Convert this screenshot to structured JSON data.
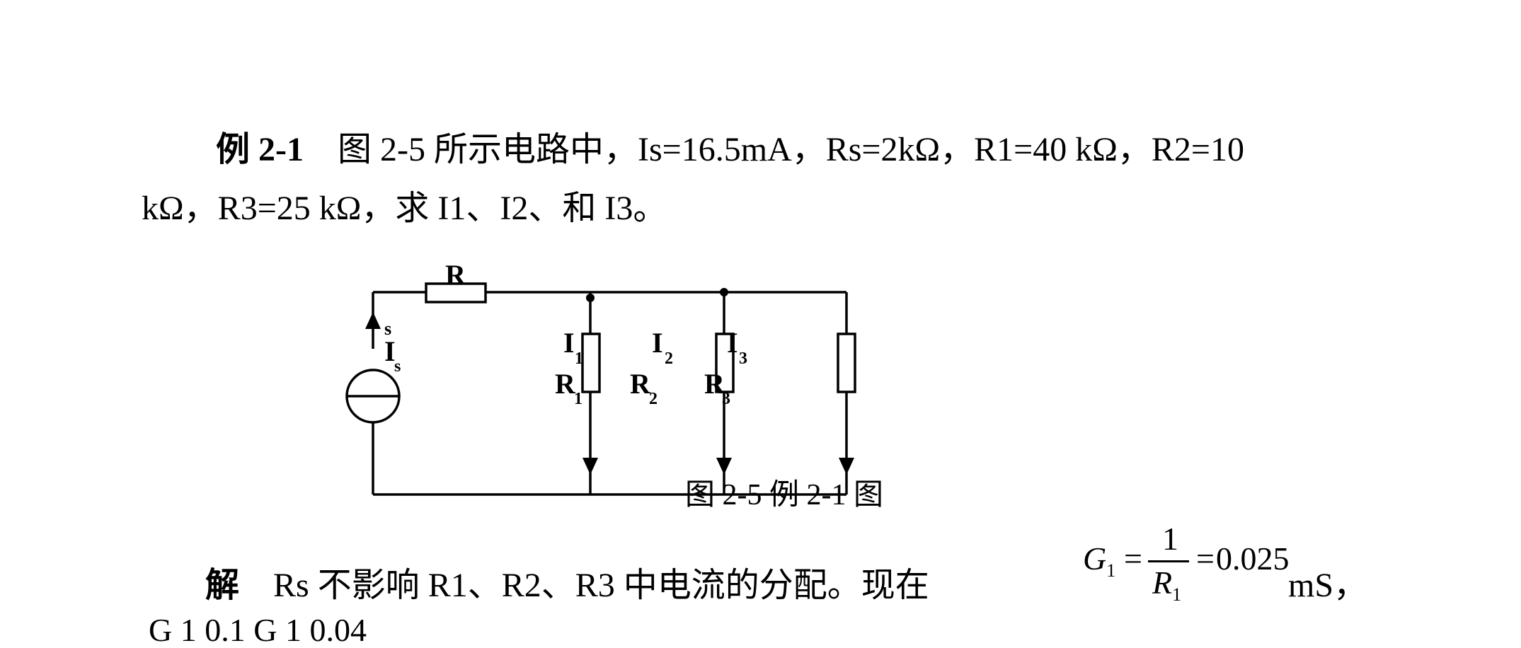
{
  "problem": {
    "label": "例 2-1",
    "line1": "图 2-5 所示电路中，Is=16.5mA，Rs=2kΩ，R1=40 kΩ，R2=10",
    "line2": "kΩ，R3=25 kΩ，求 I1、I2、和 I3。"
  },
  "figure": {
    "caption": "图 2-5  例 2-1 图",
    "labels": {
      "rs_top": "R",
      "s_mark": "s",
      "is_main": "I",
      "is_sub": "s",
      "i1_main": "I",
      "i1_sub": "1",
      "i2_main": "I",
      "i2_sub": "2",
      "i3_main": "I",
      "i3_sub": "3",
      "r1_main": "R",
      "r1_sub": "1",
      "r2_main": "R",
      "r2_sub": "2",
      "r3_main": "R",
      "r3_sub": "3"
    }
  },
  "solution": {
    "label": "解",
    "text": "Rs 不影响 R1、R2、R3 中电流的分配。现在",
    "formula": {
      "lhs": "G",
      "lhs_sub": "1",
      "equals": "=",
      "numerator": "1",
      "denominator": "R",
      "denominator_sub": "1",
      "equals2": "=",
      "value": "0.025"
    },
    "unit_end": "mS，",
    "next_line_partial": "G      1   0.1        G      1    0.04"
  }
}
